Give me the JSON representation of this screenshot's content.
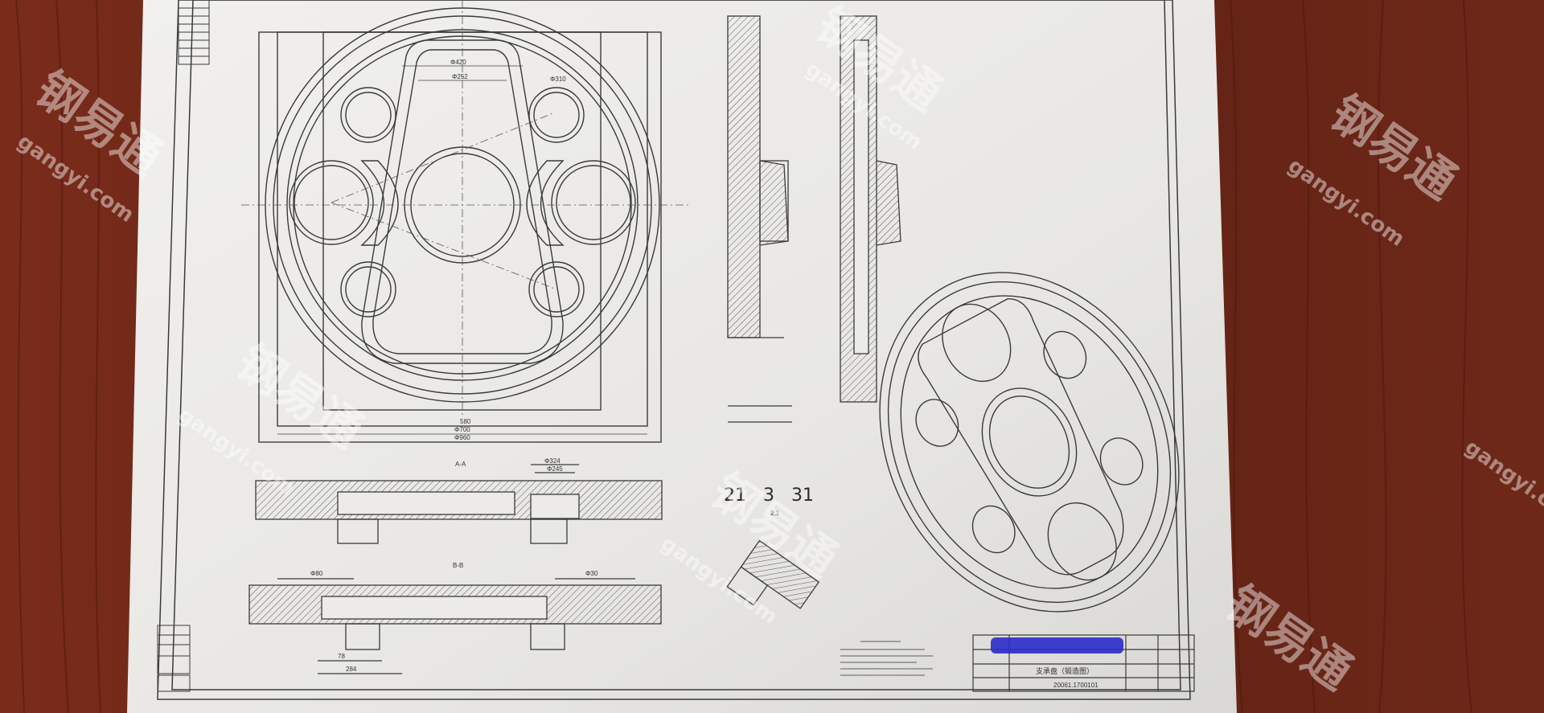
{
  "photo": {
    "table_color": "#5e2216",
    "paper_color": "#ecebe8",
    "line_color": "#3a3a3a",
    "redaction_color": "#2a2cc9",
    "watermark_color": "#ffffff"
  },
  "watermark": {
    "brand_cn": "钢易通",
    "domain": "gangyi.com"
  },
  "drawing": {
    "handwritten_note": "21   3   31",
    "section_label_a": "A-A",
    "section_label_b": "B-B",
    "detail_label": "2:1",
    "title_block": {
      "part_name": "支承盘（锻造图）",
      "drawing_number": "20061.1700101"
    },
    "dims": {
      "top_overall": "Φ960",
      "top_mid": "Φ700",
      "top_inner": "580",
      "hole": "Φ310",
      "hub": "Φ252",
      "hub_top": "Φ420",
      "sec_a_right": "Φ324",
      "sec_a_right2": "Φ245",
      "sec_b_left": "Φ80",
      "sec_b_right": "Φ30",
      "sec_b_bottom": "78",
      "sec_b_bottom2": "284"
    }
  }
}
